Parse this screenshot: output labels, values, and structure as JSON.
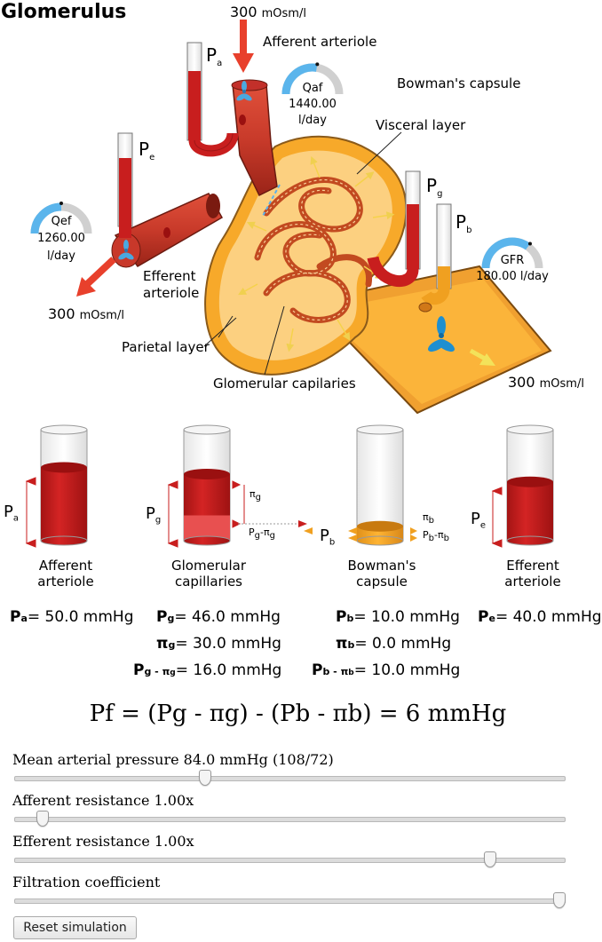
{
  "title": "Glomerulus",
  "diagram_labels": {
    "osm_top": "300",
    "osm_unit": "mOsm/l",
    "osm_left": "300",
    "osm_right": "300",
    "afferent_arteriole": "Afferent arteriole",
    "bowmans_capsule": "Bowman's capsule",
    "visceral_layer": "Visceral layer",
    "efferent_arteriole_1": "Efferent",
    "efferent_arteriole_2": "arteriole",
    "parietal_layer": "Parietal layer",
    "glomerular_capillaries": "Glomerular capilaries",
    "pa": "P",
    "pa_sub": "a",
    "pe": "P",
    "pe_sub": "e",
    "pg": "P",
    "pg_sub": "g",
    "pb": "P",
    "pb_sub": "b"
  },
  "gauges": {
    "qaf": {
      "label": "Qaf",
      "value": "1440.00",
      "unit": "l/day",
      "fraction": 0.55
    },
    "qef": {
      "label": "Qef",
      "value": "1260.00",
      "unit": "l/day",
      "fraction": 0.5
    },
    "gfr": {
      "label": "GFR",
      "value": "180.00 l/day",
      "fraction": 0.7
    }
  },
  "columns": {
    "afferent": {
      "label1": "Afferent",
      "label2": "arteriole",
      "p": "P",
      "p_sub": "a",
      "fill": 0.66
    },
    "glomerular": {
      "label1": "Glomerular",
      "label2": "capillaries",
      "p": "P",
      "p_sub": "g",
      "pi": "π",
      "pi_sub": "g",
      "diff": "P",
      "diff_sub": "g",
      "diff_mid": "-π",
      "diff_sub2": "g",
      "fill": 0.6
    },
    "bowman": {
      "label1": "Bowman's",
      "label2": "capsule",
      "p": "P",
      "p_sub": "b",
      "pi": "π",
      "pi_sub": "b",
      "diff": "P",
      "diff_sub": "b",
      "diff_mid": "-π",
      "diff_sub2": "b",
      "fill": 0.13
    },
    "efferent": {
      "label1": "Efferent",
      "label2": "arteriole",
      "p": "P",
      "p_sub": "e",
      "fill": 0.53
    }
  },
  "values": {
    "pa": {
      "sym": "P",
      "sub": "a",
      "text": "= 50.0 mmHg"
    },
    "pg": {
      "sym": "P",
      "sub": "g",
      "text": "= 46.0 mmHg"
    },
    "pig": {
      "sym": "π",
      "sub": "g",
      "text": "= 30.0 mmHg"
    },
    "pgdiff": {
      "sym": "P",
      "sub": "g - π",
      "sub2": "g",
      "text": "= 16.0 mmHg"
    },
    "pb": {
      "sym": "P",
      "sub": "b",
      "text": "= 10.0 mmHg"
    },
    "pib": {
      "sym": "π",
      "sub": "b",
      "text": "= 0.0 mmHg"
    },
    "pbdiff": {
      "sym": "P",
      "sub": "b - π",
      "sub2": "b",
      "text": "= 10.0 mmHg"
    },
    "pe": {
      "sym": "P",
      "sub": "e",
      "text": "= 40.0 mmHg"
    }
  },
  "formula": "Pf = (Pg - πg) - (Pb - πb) = 6 mmHg",
  "sliders": [
    {
      "label": "Mean arterial pressure 84.0 mmHg (108/72)",
      "fraction": 0.345
    },
    {
      "label": "Afferent resistance 1.00x",
      "fraction": 0.05
    },
    {
      "label": "Efferent resistance 1.00x",
      "fraction": 0.865
    },
    {
      "label": "Filtration coefficient",
      "fraction": 0.99
    }
  ],
  "reset_label": "Reset simulation",
  "colors": {
    "blood": "#c81e1e",
    "blood_dark": "#8e1010",
    "filtrate": "#f4a92a",
    "capsule": "#f9b233",
    "gauge_blue": "#5bb5ec",
    "gauge_gray": "#d0d0d0",
    "arrow_red": "#e8402c"
  }
}
